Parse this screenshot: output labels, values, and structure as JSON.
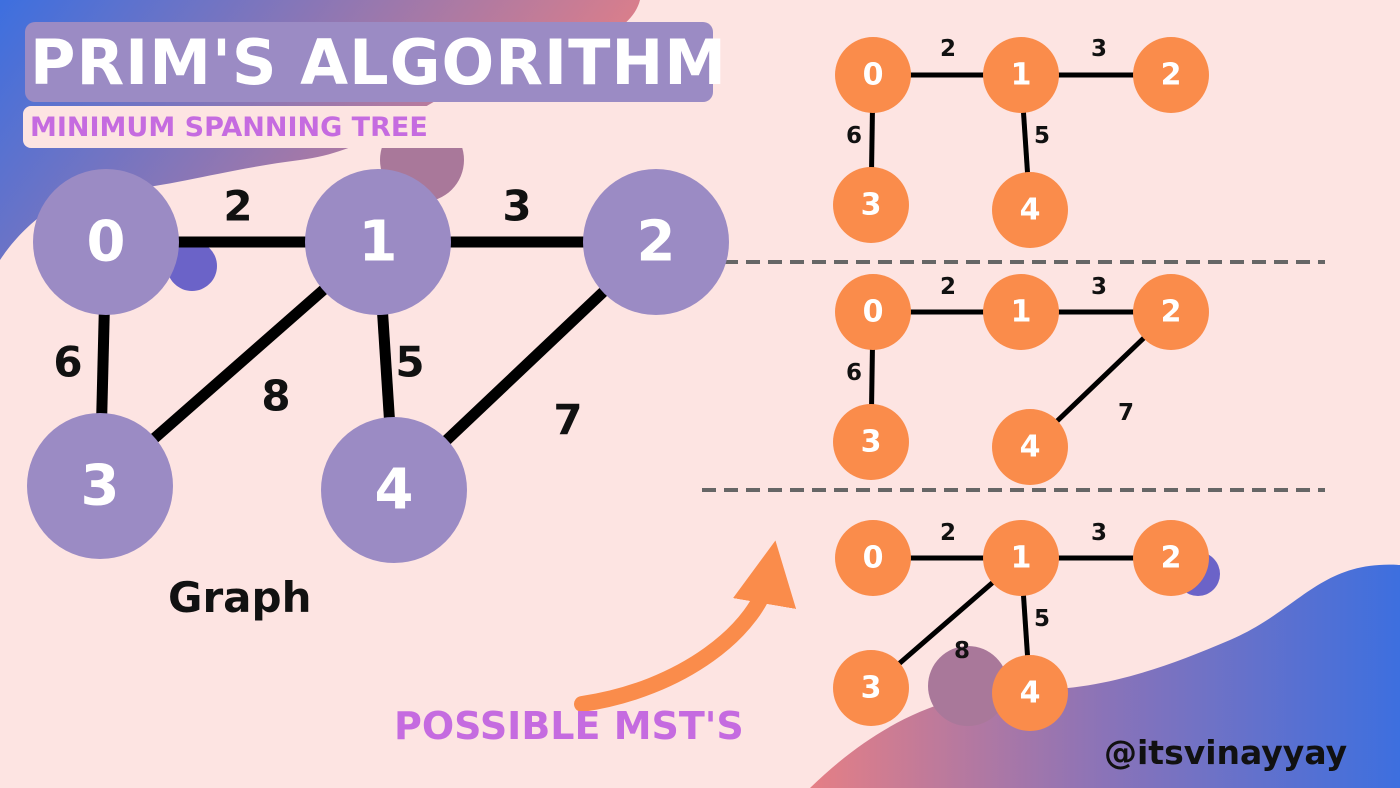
{
  "header": {
    "title": "PRIM'S ALGORITHM",
    "subtitle": "MINIMUM SPANNING TREE"
  },
  "colors": {
    "background": "#fde4e2",
    "graph_node": "#9b8bc4",
    "mst_node": "#fa8c4b",
    "accent_text": "#c56be0",
    "arrow": "#fa8c4b",
    "edge": "#000000",
    "divider": "#666666",
    "blob_blue": "#3d6fdf",
    "blob_pink": "#e57f85"
  },
  "graph": {
    "caption": "Graph",
    "nodes": [
      "0",
      "1",
      "2",
      "3",
      "4"
    ],
    "edges": [
      {
        "from": "0",
        "to": "1",
        "weight": "2"
      },
      {
        "from": "1",
        "to": "2",
        "weight": "3"
      },
      {
        "from": "0",
        "to": "3",
        "weight": "6"
      },
      {
        "from": "1",
        "to": "3",
        "weight": "8"
      },
      {
        "from": "1",
        "to": "4",
        "weight": "5"
      },
      {
        "from": "2",
        "to": "4",
        "weight": "7"
      }
    ]
  },
  "msts": [
    {
      "edges": [
        {
          "from": "0",
          "to": "1",
          "weight": "2"
        },
        {
          "from": "1",
          "to": "2",
          "weight": "3"
        },
        {
          "from": "0",
          "to": "3",
          "weight": "6"
        },
        {
          "from": "1",
          "to": "4",
          "weight": "5"
        }
      ]
    },
    {
      "edges": [
        {
          "from": "0",
          "to": "1",
          "weight": "2"
        },
        {
          "from": "1",
          "to": "2",
          "weight": "3"
        },
        {
          "from": "0",
          "to": "3",
          "weight": "6"
        },
        {
          "from": "2",
          "to": "4",
          "weight": "7"
        }
      ]
    },
    {
      "edges": [
        {
          "from": "0",
          "to": "1",
          "weight": "2"
        },
        {
          "from": "1",
          "to": "2",
          "weight": "3"
        },
        {
          "from": "1",
          "to": "3",
          "weight": "8"
        },
        {
          "from": "1",
          "to": "4",
          "weight": "5"
        }
      ]
    }
  ],
  "mst_caption": "POSSIBLE MST'S",
  "handle": "@itsvinayyay"
}
